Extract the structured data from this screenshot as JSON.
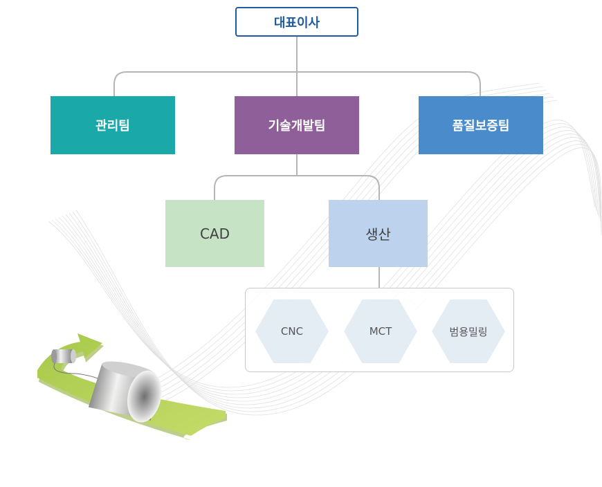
{
  "org_chart": {
    "top": "대표이사",
    "departments": [
      {
        "name": "관리팀",
        "color": "#1ba8a8"
      },
      {
        "name": "기술개발팀",
        "color": "#8e5f98"
      },
      {
        "name": "품질보증팀",
        "color": "#4a8ccb"
      }
    ],
    "rnd_units": [
      {
        "name": "CAD",
        "color": "#c7e3c6"
      },
      {
        "name": "생산",
        "color": "#bdd2ec"
      }
    ],
    "production_processes": [
      "CNC",
      "MCT",
      "범용밀링"
    ]
  },
  "colors": {
    "connector": "#b5b5b5",
    "ceo_border": "#1e5aa0",
    "hex_fill": "#e4edf4",
    "arrow_green": "#b5d15a"
  },
  "illustration": {
    "name": "tin-can-telephone-on-arrow"
  }
}
